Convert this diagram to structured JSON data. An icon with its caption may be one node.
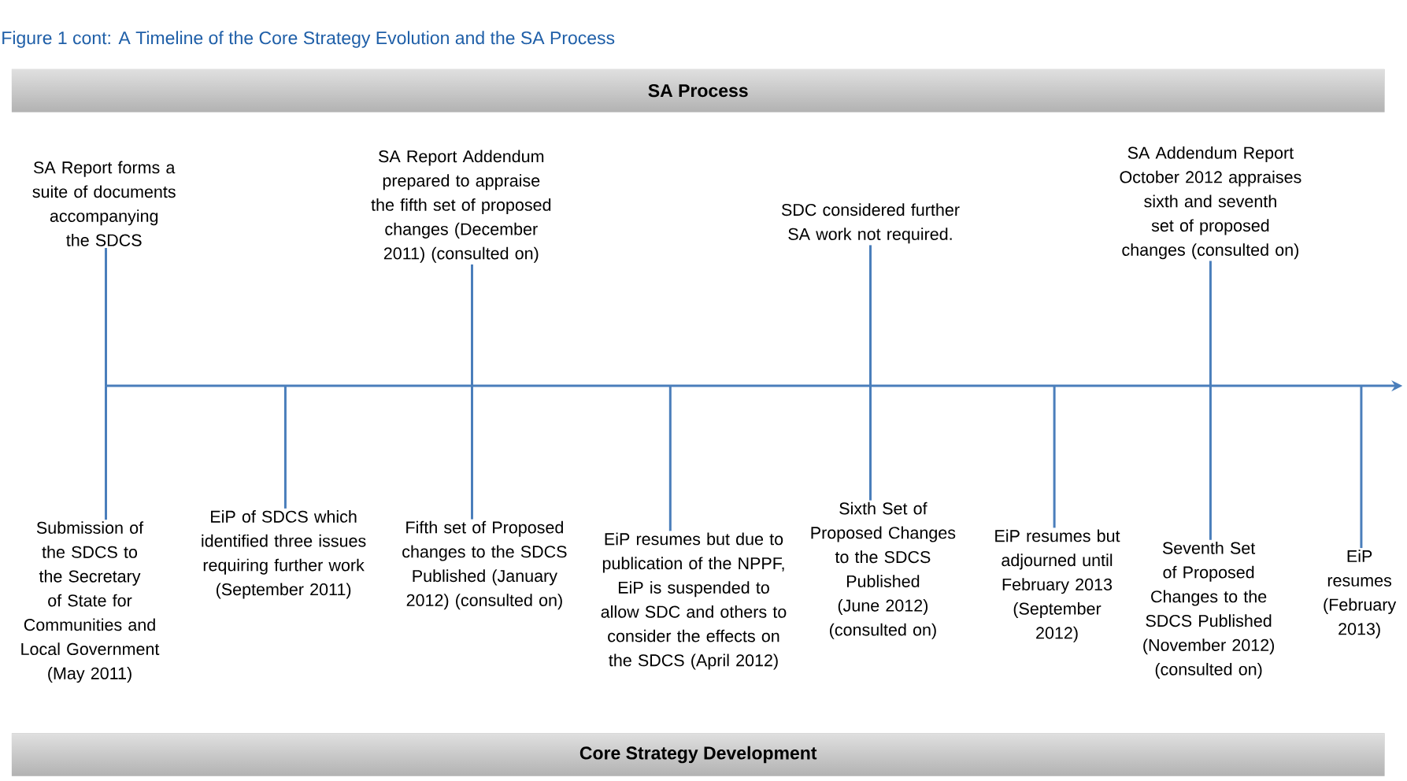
{
  "diagram": {
    "title": "Figure 1 cont: A Timeline of the Core Strategy Evolution and the SA Process",
    "nodes": [
      {
        "text": [
          "SA Process"
        ]
      },
      {
        "text": [
          "SA Report forms a suite of documents accompanying the SDCS"
        ]
      },
      {
        "text": [
          "SA Report Addendum prepared to appraise the fifth set of proposed changes (December 2011) (consulted on)"
        ]
      },
      {
        "text": [
          "SDC considered further SA work not required."
        ]
      },
      {
        "text": [
          "SA Addendum Report October 2012 appraises sixth and seventh set of proposed changes (consulted on)"
        ]
      },
      {
        "text": [
          "Submission of the SDCS to the Secretary of State for Communities and Local Government (May 2011)"
        ]
      },
      {
        "text": [
          "EiP of SDCS which identified three issues requiring further work (September 2011)"
        ]
      },
      {
        "text": [
          "Fifth set of Proposed changes to the SDCS Published (January 2012) (consulted on)"
        ]
      },
      {
        "text": [
          "EiP resumes but due to publication of the NPPF, EiP is suspended to allow SDC and others to consider the effects on the SDCS (April 2012)"
        ]
      },
      {
        "text": [
          "Sixth Set of Proposed Changes to the SDCS Published (June 2012) (consulted on)"
        ]
      },
      {
        "text": [
          "EiP resumes but adjourned until February 2013 (September 2012)"
        ]
      },
      {
        "text": [
          "Seventh Set of Proposed Changes to the SDCS Published (November 2012) (consulted on)"
        ]
      },
      {
        "text": [
          "EiP resumes (February 2013)"
        ]
      },
      {
        "text": [
          "Core Strategy Development"
        ]
      }
    ],
    "edges": [
      {
        "from": 1,
        "to": null,
        "arrow": "none"
      },
      {
        "from": 2,
        "to": null,
        "arrow": "none"
      },
      {
        "from": 3,
        "to": null,
        "arrow": "none"
      },
      {
        "from": 4,
        "to": null,
        "arrow": "none"
      },
      {
        "from": 5,
        "to": null,
        "arrow": "none"
      },
      {
        "from": 6,
        "to": null,
        "arrow": "none"
      },
      {
        "from": 7,
        "to": null,
        "arrow": "none"
      },
      {
        "from": 8,
        "to": null,
        "arrow": "none"
      },
      {
        "from": 9,
        "to": null,
        "arrow": "none"
      },
      {
        "from": 10,
        "to": null,
        "arrow": "none"
      },
      {
        "from": 11,
        "to": null,
        "arrow": "none"
      },
      {
        "from": 12,
        "to": null,
        "arrow": "none"
      }
    ]
  }
}
